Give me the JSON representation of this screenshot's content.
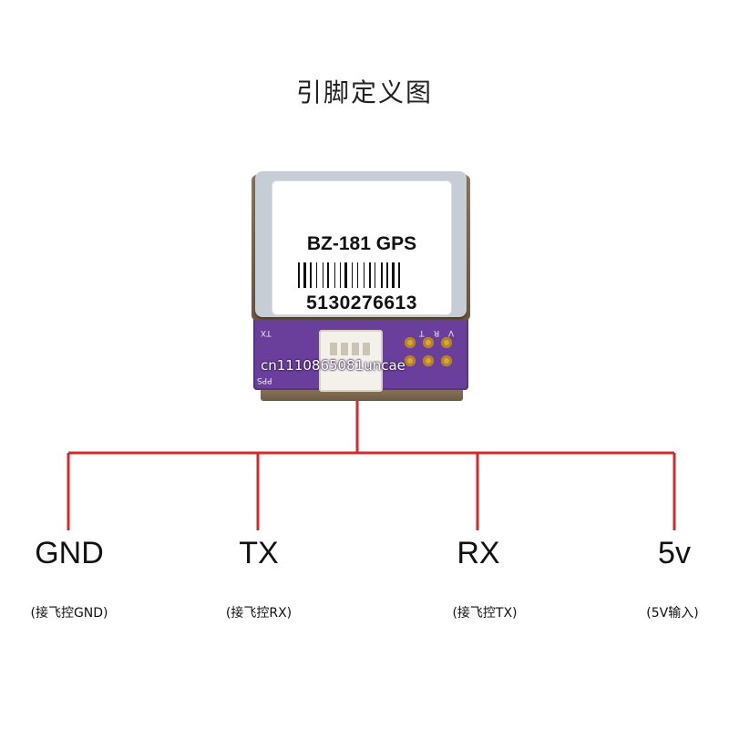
{
  "title": "引脚定义图",
  "module": {
    "name": "BZ-181 GPS",
    "serial": "5130276613",
    "silkscreen_left": "TX",
    "silkscreen_right": [
      "V",
      "R",
      "T"
    ],
    "silkscreen_pps": "PPS"
  },
  "watermark": "cn1110865081uncae",
  "pins": [
    {
      "label": "GND",
      "note": "(接飞控GND)"
    },
    {
      "label": "TX",
      "note": "(接飞控RX)"
    },
    {
      "label": "RX",
      "note": "(接飞控TX)"
    },
    {
      "label": "5v",
      "note": "(5V输入)"
    }
  ],
  "colors": {
    "wire": "#d42a2a",
    "pcb": "#6a3f9c",
    "pad": "#d8a63a"
  }
}
